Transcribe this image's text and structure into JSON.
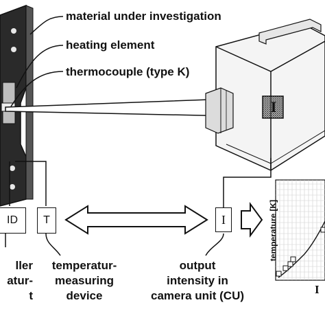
{
  "callouts": {
    "material": "material under investigation",
    "heating": "heating element",
    "thermocouple": "thermocouple (type K)"
  },
  "boxes": {
    "pid": "ID",
    "temp": "T",
    "intensity": "I",
    "camera_marker": "I"
  },
  "captions": {
    "pid": [
      "ller",
      "atur-",
      "t"
    ],
    "temp": [
      "temperatur-",
      "measuring",
      "device"
    ],
    "camera": [
      "output",
      "intensity in",
      "camera unit (CU)"
    ]
  },
  "graph": {
    "ylabel": "temperature [K]",
    "xlabel": "I"
  }
}
